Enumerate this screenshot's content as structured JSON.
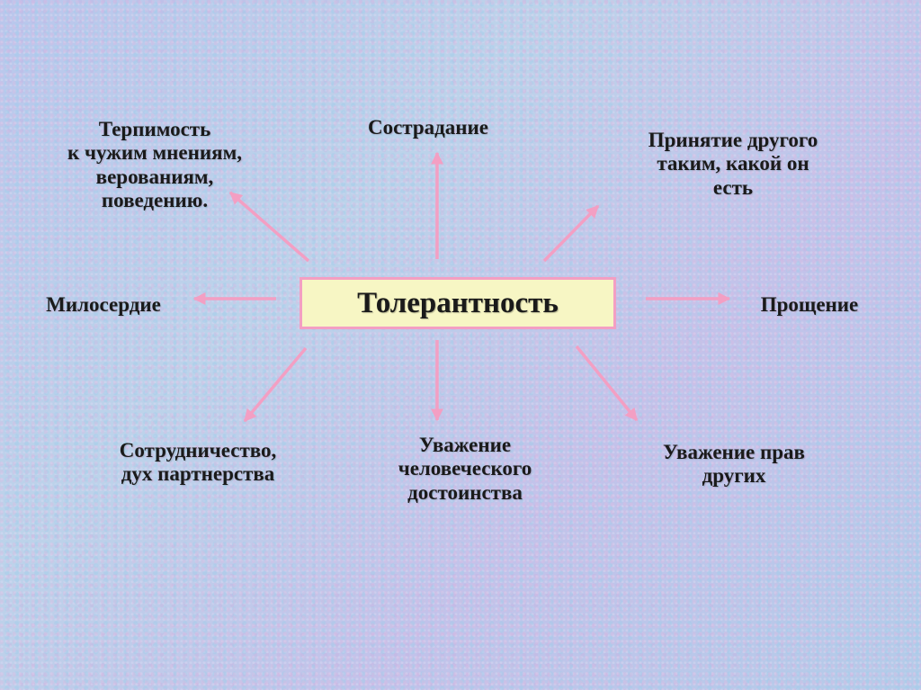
{
  "center": {
    "text": "Толерантность"
  },
  "nodes": {
    "top_left": [
      "Терпимость",
      "к чужим мнениям,",
      "верованиям,",
      "поведению."
    ],
    "top": [
      "Сострадание"
    ],
    "top_right": [
      "Принятие другого",
      "таким, какой он",
      "есть"
    ],
    "left": [
      "Милосердие"
    ],
    "right": [
      "Прощение"
    ],
    "bottom_left": [
      "Сотрудничество,",
      "дух партнерства"
    ],
    "bottom": [
      "Уважение",
      "человеческого",
      "достоинства"
    ],
    "bottom_right": [
      "Уважение прав",
      "других"
    ]
  },
  "colors": {
    "arrow": "#f39fc3",
    "center_fill": "#f7f6c4",
    "center_border": "#f39fc3",
    "text": "#1a1a1a"
  }
}
